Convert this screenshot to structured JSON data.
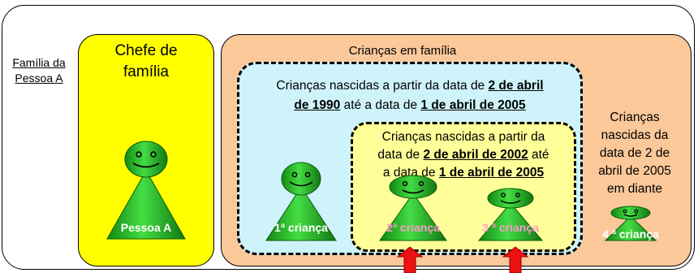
{
  "family_label": {
    "line1": "Família da",
    "line2": "Pessoa A"
  },
  "head_of_family": {
    "title_line1": "Chefe de",
    "title_line2": "família",
    "person_label": "Pessoa A"
  },
  "children_in_family": {
    "title": "Crianças em família",
    "group_1990": {
      "text_a": "Crianças nascidas a partir da data de ",
      "date_start": "2 de abril",
      "date_start_2": "de 1990",
      "text_b": " até a data de ",
      "date_end": "1 de abril de 2005"
    },
    "group_2002": {
      "line1": "Crianças nascidas a partir da",
      "text_a": "data de ",
      "date_start": "2 de abril de 2002",
      "text_b": " até",
      "text_c": "a data de ",
      "date_end": "1 de abril de 2005"
    },
    "children": [
      {
        "label": "1ª criança",
        "color": "#ffffff"
      },
      {
        "label": "2ª criança",
        "color": "#ff99cc"
      },
      {
        "label": "3 ª criança",
        "color": "#ff99cc"
      },
      {
        "label": "4 ª criança",
        "color": "#ffffff"
      }
    ]
  },
  "after_2005": {
    "line1": "Crianças",
    "line2": "nascidas da",
    "line3": "data de 2 de",
    "line4": "abril de 2005",
    "line5": "em diante"
  },
  "colors": {
    "head_box": "#ffff00",
    "children_box": "#fbc89a",
    "group_1990_box": "#cff3fb",
    "group_2002_box": "#ffff99",
    "figure_green": "#22bb22",
    "arrow": "#ee1111"
  }
}
